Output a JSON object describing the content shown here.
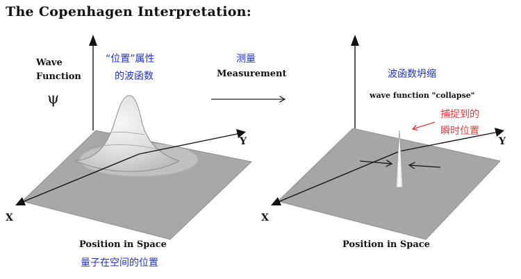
{
  "title": "The Copenhagen Interpretation:",
  "left_panel": {
    "wave_function_line1": "Wave",
    "wave_function_line2": "Function",
    "psi_symbol": "ψ",
    "chinese_label_line1": "“位置”属性",
    "chinese_label_line2": "的波函数",
    "axis_x": "X",
    "axis_y": "Y",
    "caption": "Position in Space",
    "caption_chinese": "量子在空间的位置"
  },
  "middle": {
    "chinese": "测量",
    "label": "Measurement"
  },
  "right_panel": {
    "chinese_title": "波函数坍缩",
    "collapse_label": "wave function \"collapse\"",
    "red_note_line1": "捕捉到的",
    "red_note_line2": "瞬时位置",
    "axis_x": "X",
    "axis_y": "Y",
    "caption": "Position in Space"
  },
  "colors": {
    "plane": "#a6a6a6",
    "blue_text": "#2233bb",
    "red_note": "#dd3b3b"
  }
}
